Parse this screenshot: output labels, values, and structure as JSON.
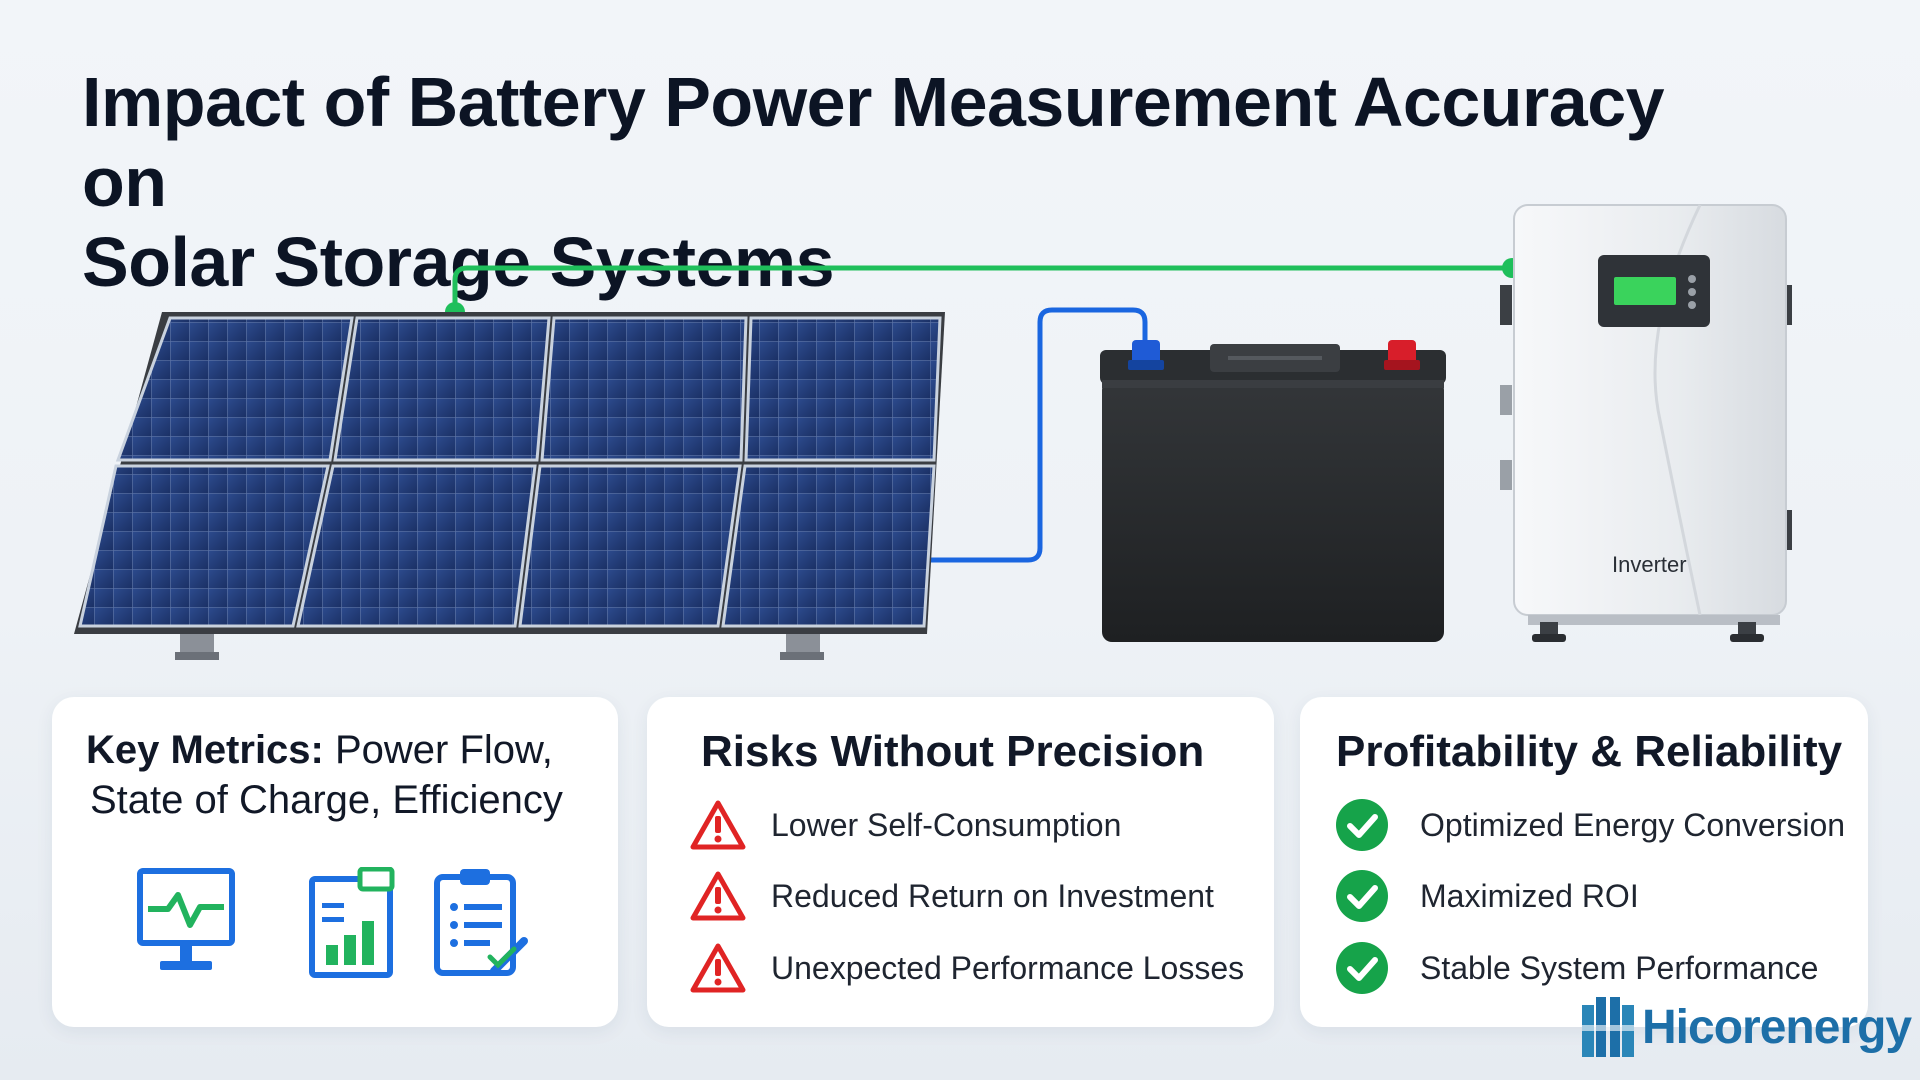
{
  "title": {
    "line1": "Impact of Battery Power Measurement Accuracy on",
    "line2": "Solar Storage Systems"
  },
  "scene": {
    "inverter_label": "Inverter",
    "wire_colors": {
      "green": "#1fbf5b",
      "blue": "#1a66e0"
    }
  },
  "cards": {
    "metrics": {
      "heading_bold": "Key Metrics:",
      "heading_rest1": " Power Flow,",
      "heading_rest2": "State of Charge, Efficiency",
      "icons": [
        "monitor-waveform-icon",
        "bar-chart-report-icon",
        "clipboard-checklist-icon"
      ]
    },
    "risks": {
      "title": "Risks Without Precision",
      "items": [
        "Lower Self-Consumption",
        "Reduced Return on Investment",
        "Unexpected Performance Losses"
      ],
      "icon": "warning-triangle-icon",
      "accent": "#e02424"
    },
    "profit": {
      "title": "Profitability & Reliability",
      "items": [
        "Optimized Energy Conversion",
        "Maximized ROI",
        "Stable System Performance"
      ],
      "icon": "check-circle-icon",
      "accent": "#16a34a"
    }
  },
  "brand": {
    "name": "Hicorenergy"
  }
}
